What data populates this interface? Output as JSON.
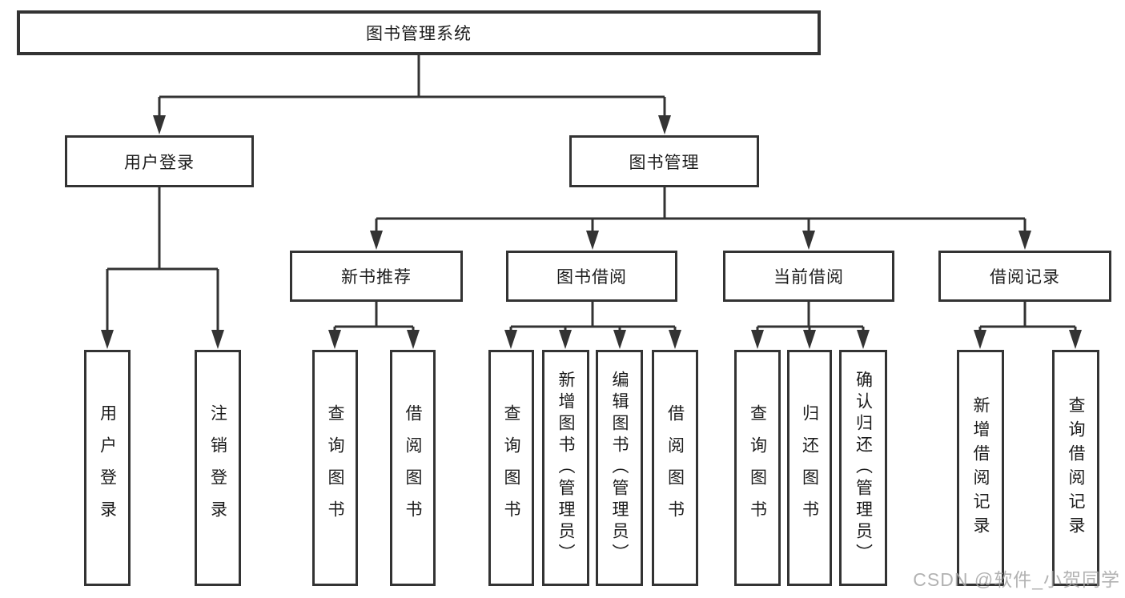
{
  "tree": {
    "label": "图书管理系统",
    "children": [
      {
        "label": "用户登录",
        "children": [
          {
            "label": "用户登录"
          },
          {
            "label": "注销登录"
          }
        ]
      },
      {
        "label": "图书管理",
        "children": [
          {
            "label": "新书推荐",
            "children": [
              {
                "label": "查询图书"
              },
              {
                "label": "借阅图书"
              }
            ]
          },
          {
            "label": "图书借阅",
            "children": [
              {
                "label": "查询图书"
              },
              {
                "label": "新增图书（管理员）"
              },
              {
                "label": "编辑图书（管理员）"
              },
              {
                "label": "借阅图书"
              }
            ]
          },
          {
            "label": "当前借阅",
            "children": [
              {
                "label": "查询图书"
              },
              {
                "label": "归还图书"
              },
              {
                "label": "确认归还（管理员）"
              }
            ]
          },
          {
            "label": "借阅记录",
            "children": [
              {
                "label": "新增借阅记录"
              },
              {
                "label": "查询借阅记录"
              }
            ]
          }
        ]
      }
    ]
  },
  "watermark": "CSDN @软件_小贺同学",
  "colors": {
    "line": "#333333",
    "text": "#1c1c1c",
    "background": "#ffffff",
    "watermark": "#a5a5a5"
  }
}
